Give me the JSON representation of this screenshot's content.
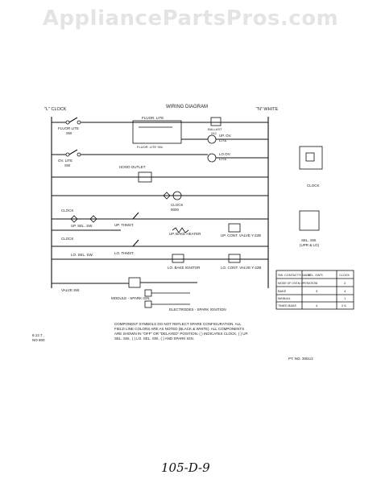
{
  "watermark": "AppliancePartsPros.com",
  "header": {
    "left": "\"L\" CLOCK",
    "title": "WIRING DIAGRAM",
    "right": "\"N\" WHITE"
  },
  "labels": {
    "fluor_lite_sw": "FLUOR LITE",
    "sw": "SW",
    "fluor_lite": "FLUOR. LITE",
    "fluor_lite_sw2": "FLUOR. LITE SW.",
    "ballast": "BALLAST",
    "ballast_num": "242",
    "up_ov_lite": "UP. OV.",
    "lite": "LITE",
    "lo_ov_lite": "LO.OV.",
    "ov_lite_sw": "OV. LITE",
    "hood_outlet": "HOOD OUTLET",
    "clock": "CLOCK",
    "clock_num": "9000",
    "up_sel_sw": "UP. SEL. SW.",
    "up_thmst": "UP. THMST.",
    "up_bake_heater": "UP. BAKE HEATER",
    "up_cont_valve": "UP. CONT. VALVE Y-22B",
    "lo_sel_sw": "LO. SEL. SW.",
    "lo_thmst": "LO. THMST.",
    "lo_bake_ignitor": "LO. BAKE IGNITOR",
    "lo_cont_valve": "LO. CONT. VALVE Y-22B",
    "valve_sw": "VALVE SW.",
    "module_spark": "MODULE - SPARK IGN.",
    "electrodes": "ELECTRODES - SPARK IGNITION",
    "clock_right": "CLOCK",
    "sel_sw_right": "SEL. SW.",
    "sel_sw_right2": "(UPR & LO)",
    "contact_note": "COMPONENT SYMBOLS DO NOT REFLECT SPARE CONFIGURATION. ALL FIELD LINE COLORS ARE AS NOTED (BLACK & WHITE). ALL COMPONENTS ARE SHOWN IN \"OFF\" OR \"DELAYED\" POSITION. ( ) INDICATES CLOCK, ( ) UP. SEL. SW., ( ) LO. SEL. SW., ( ) AND SPARK IGN.",
    "ref_left1": "8.12.7",
    "ref_left2": "NO 800",
    "pt_no": "PT. NO. 3051/2",
    "handwritten": "105-D-9"
  },
  "table": {
    "headers": [
      "SW. CONTACTS MADE",
      "SEL. SW'S",
      "CLOCK"
    ],
    "rows": [
      [
        "MODE OF OVEN OPERATION",
        "1",
        "2"
      ],
      [
        "BAKE",
        "3",
        "4"
      ],
      [
        "MANUAL",
        "",
        "1"
      ],
      [
        "TIMED BAKE",
        "4",
        "2 6"
      ]
    ]
  }
}
